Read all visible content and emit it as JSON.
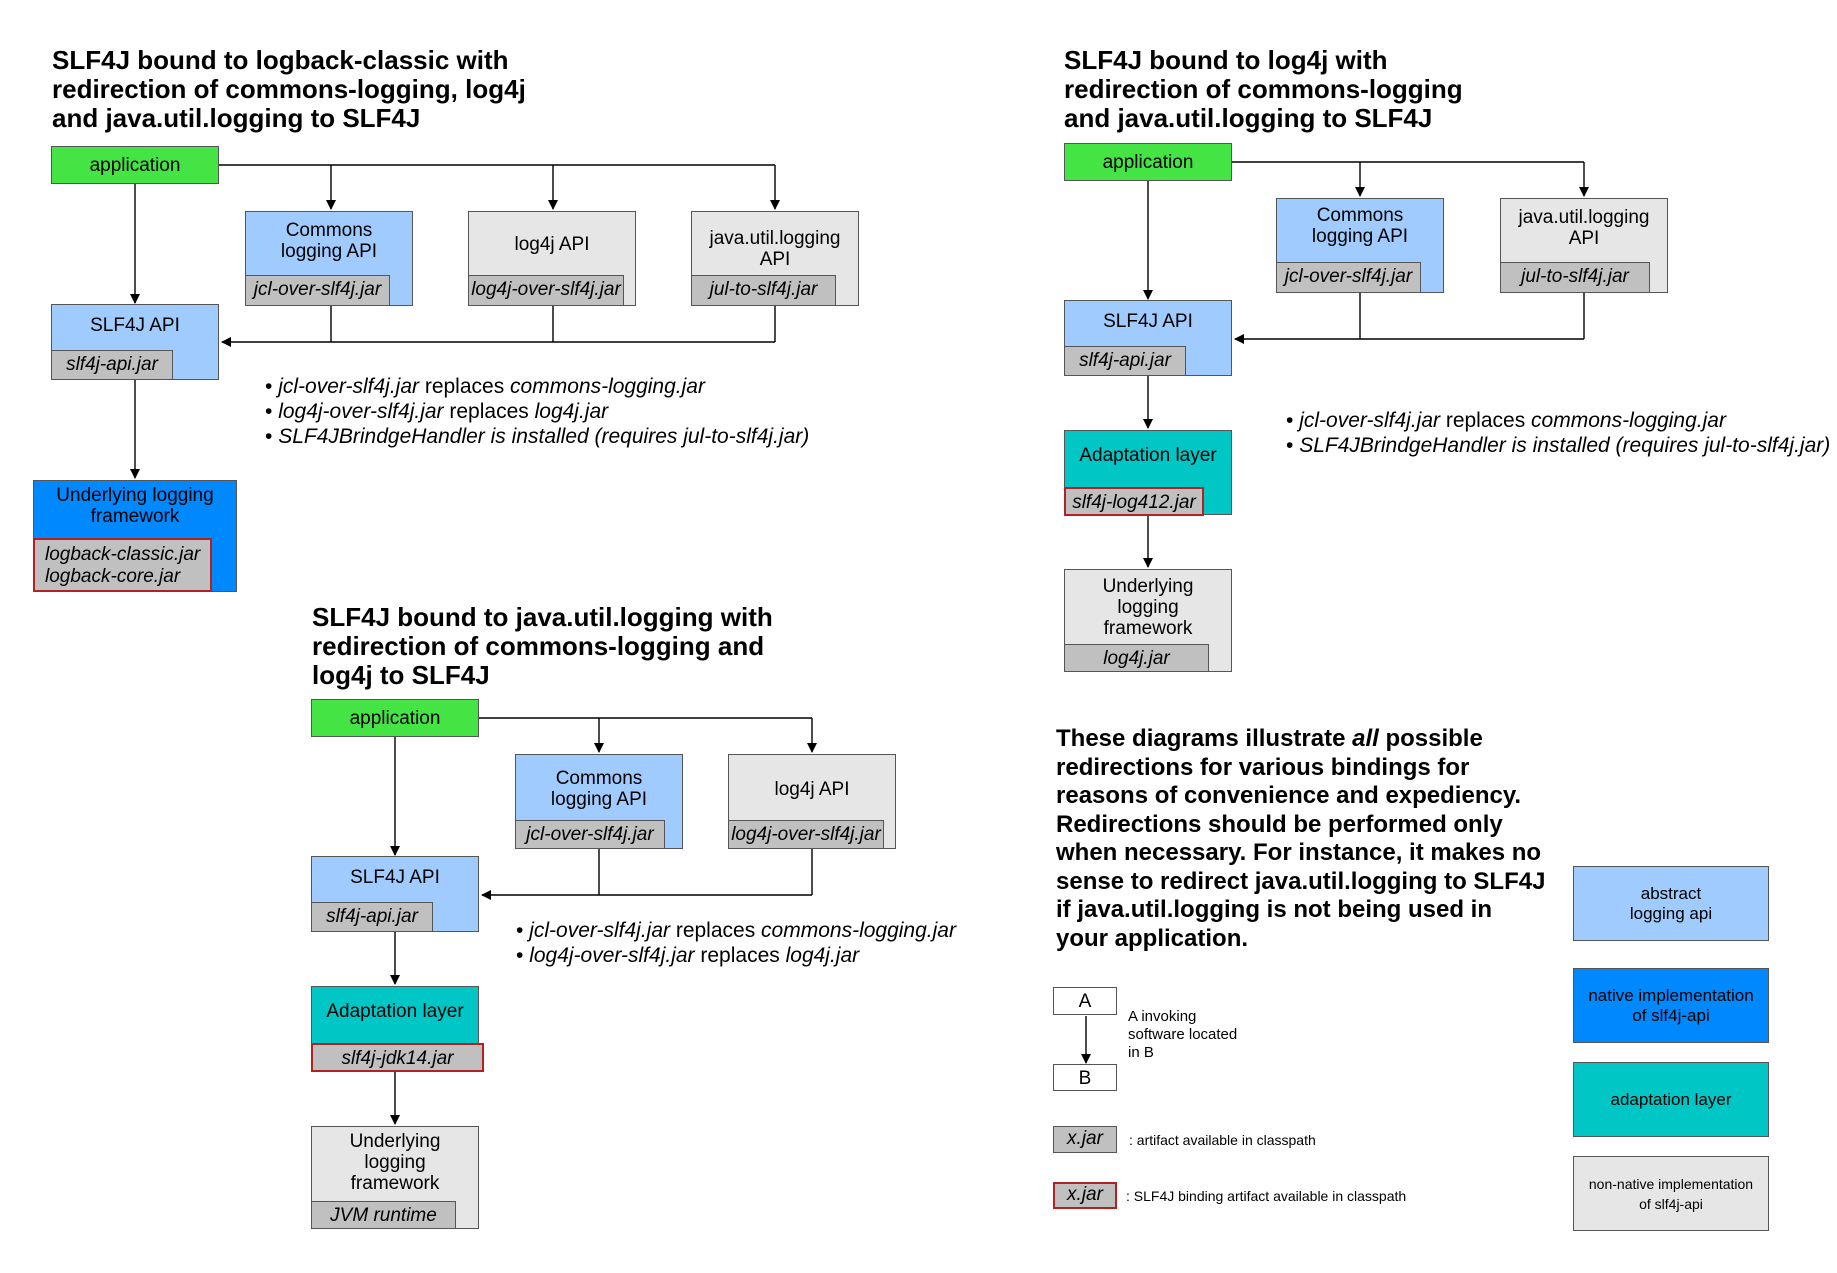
{
  "diagram1": {
    "title": "SLF4J bound to logback-classic with\nredirection of commons-logging, log4j\nand java.util.logging to SLF4J",
    "application": "application",
    "commons": {
      "label": "Commons\nlogging API",
      "jar": "jcl-over-slf4j.jar"
    },
    "log4j": {
      "label": "log4j API",
      "jar": "log4j-over-slf4j.jar"
    },
    "jul": {
      "label": "java.util.logging\nAPI",
      "jar": "jul-to-slf4j.jar"
    },
    "slf4j": {
      "label": "SLF4J API",
      "jar": "slf4j-api.jar"
    },
    "underlying": {
      "label": "Underlying logging\nframework",
      "jar": "logback-classic.jar\nlogback-core.jar"
    },
    "notes": [
      {
        "a": "jcl-over-slf4j.jar",
        "b": " replaces ",
        "c": "commons-logging.jar"
      },
      {
        "a": "log4j-over-slf4j.jar",
        "b": " replaces ",
        "c": "log4j.jar"
      },
      {
        "a": "SLF4JBrindgeHandler is installed (requires jul-to-slf4j.jar)",
        "b": "",
        "c": ""
      }
    ]
  },
  "diagram2": {
    "title": "SLF4J bound to log4j with\nredirection of commons-logging\nand java.util.logging to SLF4J",
    "application": "application",
    "commons": {
      "label": "Commons\nlogging API",
      "jar": "jcl-over-slf4j.jar"
    },
    "jul": {
      "label": "java.util.logging\nAPI",
      "jar": "jul-to-slf4j.jar"
    },
    "slf4j": {
      "label": "SLF4J API",
      "jar": "slf4j-api.jar"
    },
    "adaptation": {
      "label": "Adaptation layer",
      "jar": "slf4j-log412.jar"
    },
    "underlying": {
      "label": "Underlying\nlogging\nframework",
      "jar": "log4j.jar"
    },
    "notes": [
      {
        "a": "jcl-over-slf4j.jar",
        "b": " replaces ",
        "c": "commons-logging.jar"
      },
      {
        "a": "SLF4JBrindgeHandler is installed (requires jul-to-slf4j.jar)",
        "b": "",
        "c": ""
      }
    ]
  },
  "diagram3": {
    "title": "SLF4J bound to java.util.logging with\nredirection of commons-logging and\nlog4j to SLF4J",
    "application": "application",
    "commons": {
      "label": "Commons\nlogging API",
      "jar": "jcl-over-slf4j.jar"
    },
    "log4j": {
      "label": "log4j API",
      "jar": "log4j-over-slf4j.jar"
    },
    "slf4j": {
      "label": "SLF4J API",
      "jar": "slf4j-api.jar"
    },
    "adaptation": {
      "label": "Adaptation layer",
      "jar": "slf4j-jdk14.jar"
    },
    "underlying": {
      "label": "Underlying\nlogging\nframework",
      "jar": "JVM runtime"
    },
    "notes": [
      {
        "a": "jcl-over-slf4j.jar",
        "b": " replaces ",
        "c": "commons-logging.jar"
      },
      {
        "a": "log4j-over-slf4j.jar",
        "b": " replaces ",
        "c": "log4j.jar"
      }
    ]
  },
  "explanation": {
    "before": "These diagrams illustrate ",
    "emph": "all",
    "after": " possible redirections for various bindings for reasons of convenience and expediency. Redirections should be performed only when necessary. For instance, it makes no sense to redirect java.util.logging to SLF4J if java.util.logging is not being used in your application."
  },
  "legend": {
    "a": "A",
    "b": "B",
    "invoke_text": "A invoking\nsoftware located\nin B",
    "jar": "x.jar",
    "jar_text": ": artifact available in classpath",
    "binding_jar": "x.jar",
    "binding_text": ": SLF4J binding artifact available in classpath",
    "abstract": "abstract\nlogging api",
    "native": "native implementation\nof slf4j-api",
    "adaptation": "adaptation layer",
    "non_native": "non-native implementation\nof slf4j-api"
  },
  "colors": {
    "application": "#44e444",
    "abstract": "#9fcbfe",
    "native": "#0088ff",
    "adaptation": "#00c6c6",
    "non_native": "#e6e6e6",
    "jar": "#c0c0c0",
    "binding_border": "#b22222"
  }
}
